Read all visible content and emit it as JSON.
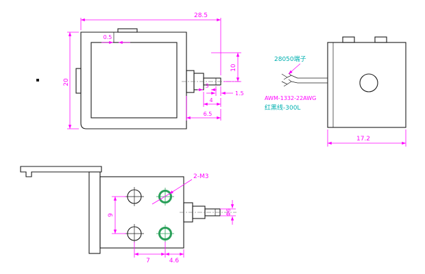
{
  "drawing_title": "solenoid-technical-drawing",
  "colors": {
    "outline": "#1a1a1a",
    "dimension": "#ff00ff",
    "note_cyan": "#00b0b0",
    "tapped_hole_green": "#2ba05a",
    "background": "#ffffff"
  },
  "front_view": {
    "dim_overall_width": "28.5",
    "dim_tab_offset": "0.5",
    "dim_overall_height": "20",
    "dim_stroke": "10",
    "dim_step": "3",
    "dim_tip": "1.5",
    "dim_shaft_len": "4",
    "dim_shaft_total": "6.5"
  },
  "side_view": {
    "note_terminal": "28050端子",
    "note_wire_gauge": "AWM-1332-22AWG",
    "note_wire_color": "红黑线-300L",
    "dim_depth": "17.2"
  },
  "bottom_view": {
    "hole_callout": "2-M3",
    "dim_hole_spacing_v": "9",
    "dim_hole_spacing_h": "7",
    "dim_edge": "4.6",
    "dim_shaft_dia": "Φ6"
  }
}
